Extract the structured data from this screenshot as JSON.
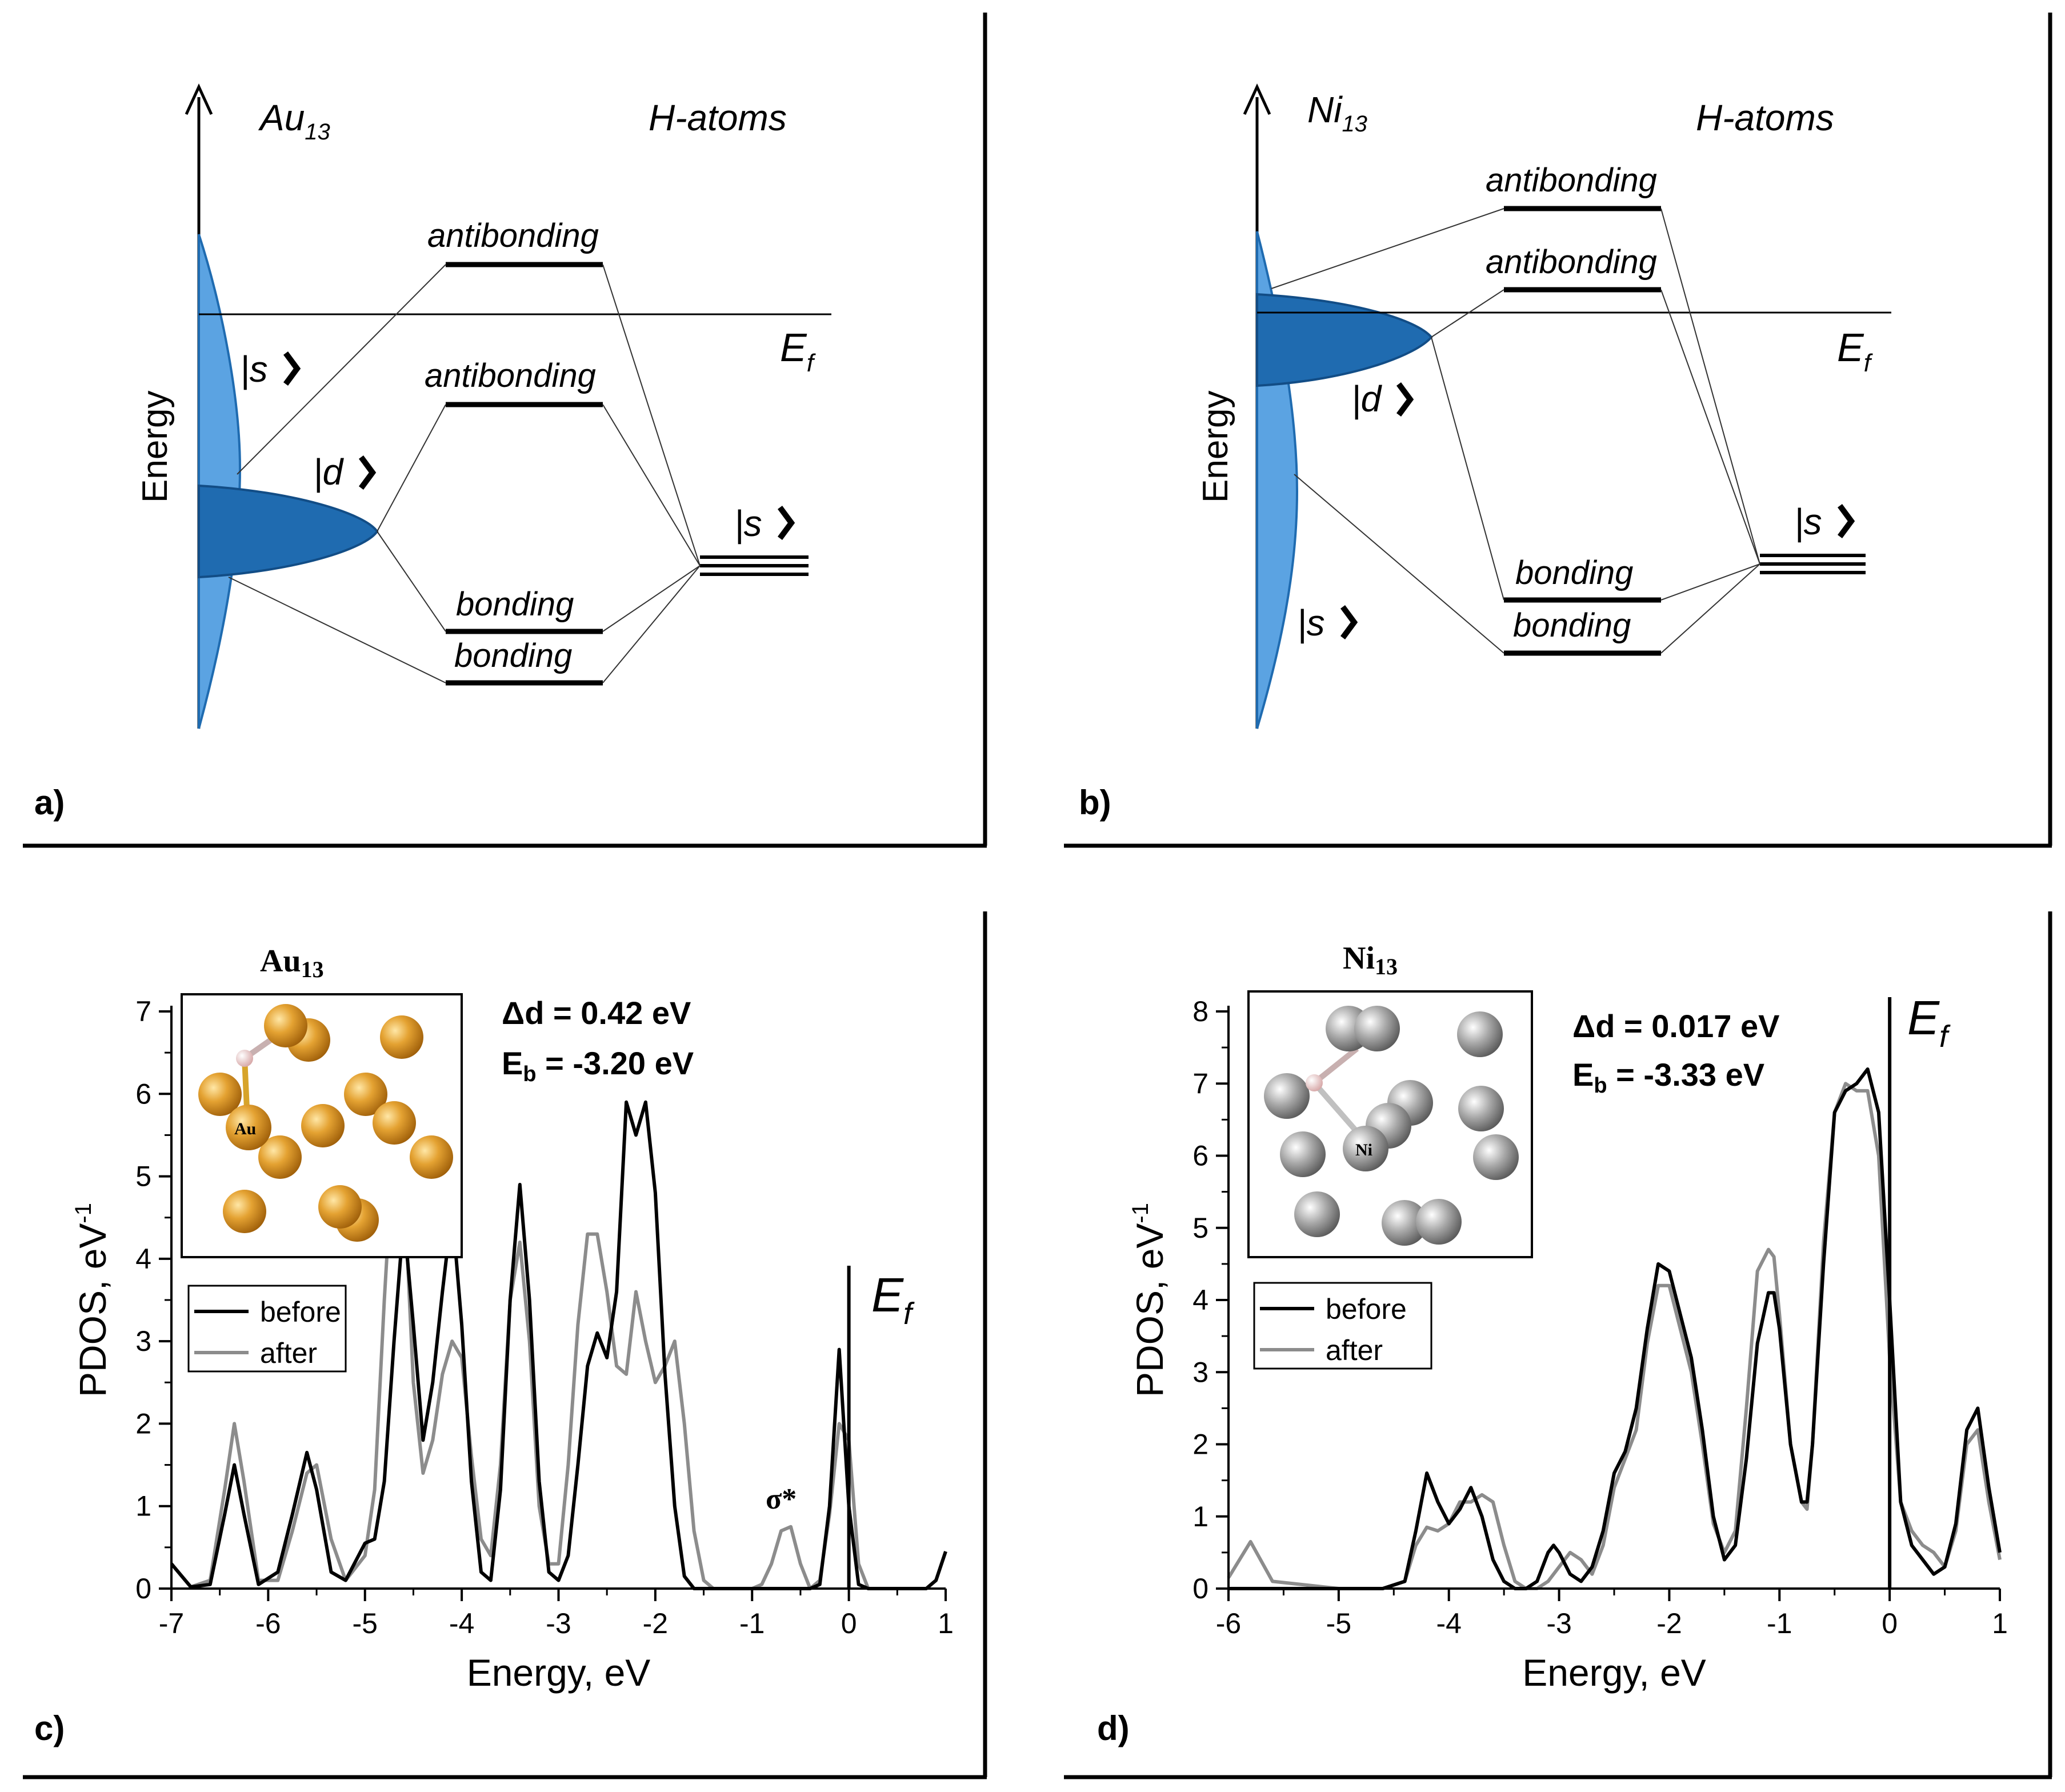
{
  "colors": {
    "axis": "#000000",
    "dos_light": "#5ba3e2",
    "dos_dark": "#1f6bb0",
    "before": "#000000",
    "after": "#8c8c8c",
    "gold": "#d8901c",
    "nickel": "#8e8e8e",
    "hydrogen": "#e8c8c8"
  },
  "panel_a": {
    "label": "a)",
    "cluster": "Au",
    "cluster_sub": "13",
    "h_atoms": "H-atoms",
    "energy_label": "Energy",
    "ef": "E",
    "ef_sub": "f",
    "s_ket": "|s",
    "d_ket": "|d",
    "h_ket": "|s",
    "levels": [
      "antibonding",
      "antibonding",
      "bonding",
      "bonding"
    ]
  },
  "panel_b": {
    "label": "b)",
    "cluster": "Ni",
    "cluster_sub": "13",
    "h_atoms": "H-atoms",
    "energy_label": "Energy",
    "ef": "E",
    "ef_sub": "f",
    "s_ket": "|s",
    "d_ket": "|d",
    "h_ket": "|s",
    "levels": [
      "antibonding",
      "antibonding",
      "bonding",
      "bonding"
    ]
  },
  "panel_c": {
    "label": "c)",
    "cluster": "Au",
    "cluster_sub": "13",
    "atom_label": "Au",
    "delta_d": "Δd = 0.42 eV",
    "eb_prefix": "E",
    "eb_sub": "b",
    "eb_value": " = -3.20 eV",
    "sigma_star": "σ*",
    "ef": "E",
    "ef_sub": "f",
    "legend": [
      "before",
      "after"
    ]
  },
  "panel_d": {
    "label": "d)",
    "cluster": "Ni",
    "cluster_sub": "13",
    "atom_label": "Ni",
    "delta_d": "Δd = 0.017 eV",
    "eb_prefix": "E",
    "eb_sub": "b",
    "eb_value": " = -3.33 eV",
    "ef": "E",
    "ef_sub": "f",
    "legend": [
      "before",
      "after"
    ]
  },
  "chart_data": [
    {
      "type": "line",
      "panel": "c",
      "xlabel": "Energy, eV",
      "ylabel": "PDOS, eV",
      "ylabel_sup": "-1",
      "xlim": [
        -7,
        1
      ],
      "ylim": [
        0,
        7
      ],
      "xticks": [
        "-7",
        "-6",
        "-5",
        "-4",
        "-3",
        "-2",
        "-1",
        "0",
        "1"
      ],
      "yticks": [
        "0",
        "1",
        "2",
        "3",
        "4",
        "5",
        "6",
        "7"
      ],
      "fermi_level": 0,
      "legend": "top-left",
      "series": [
        {
          "name": "before",
          "x": [
            -7,
            -6.8,
            -6.6,
            -6.45,
            -6.35,
            -6.25,
            -6.1,
            -5.9,
            -5.75,
            -5.6,
            -5.5,
            -5.35,
            -5.2,
            -5.0,
            -4.9,
            -4.8,
            -4.7,
            -4.6,
            -4.5,
            -4.4,
            -4.3,
            -4.2,
            -4.1,
            -4.0,
            -3.9,
            -3.8,
            -3.7,
            -3.6,
            -3.5,
            -3.4,
            -3.3,
            -3.2,
            -3.1,
            -3.0,
            -2.9,
            -2.8,
            -2.7,
            -2.6,
            -2.5,
            -2.4,
            -2.3,
            -2.2,
            -2.1,
            -2.0,
            -1.9,
            -1.8,
            -1.7,
            -1.6,
            -1.5,
            -1.4,
            -1.3,
            -1.2,
            -1.1,
            -1.0,
            -0.9,
            -0.8,
            -0.7,
            -0.6,
            -0.5,
            -0.4,
            -0.3,
            -0.2,
            -0.1,
            0.0,
            0.1,
            0.2,
            0.3,
            0.4,
            0.5,
            0.6,
            0.7,
            0.8,
            0.9,
            1.0
          ],
          "y": [
            0.3,
            0.02,
            0.05,
            0.9,
            1.5,
            0.9,
            0.05,
            0.2,
            0.9,
            1.65,
            1.2,
            0.2,
            0.1,
            0.55,
            0.6,
            1.3,
            3.0,
            4.5,
            3.2,
            1.8,
            2.5,
            3.6,
            4.6,
            3.2,
            1.3,
            0.2,
            0.1,
            1.2,
            3.5,
            4.9,
            3.5,
            1.3,
            0.2,
            0.1,
            0.4,
            1.5,
            2.7,
            3.1,
            2.8,
            3.6,
            5.9,
            5.5,
            5.9,
            4.8,
            2.6,
            1.0,
            0.15,
            0.0,
            0.0,
            0.0,
            0.0,
            0.0,
            0.0,
            0.0,
            0.0,
            0.0,
            0.0,
            0.0,
            0.0,
            0.0,
            0.05,
            1.0,
            2.9,
            1.0,
            0.05,
            0.0,
            0.0,
            0.0,
            0.0,
            0.0,
            0.0,
            0.0,
            0.1,
            0.45
          ]
        },
        {
          "name": "after",
          "x": [
            -7,
            -6.8,
            -6.6,
            -6.45,
            -6.35,
            -6.25,
            -6.1,
            -5.9,
            -5.75,
            -5.6,
            -5.5,
            -5.35,
            -5.2,
            -5.0,
            -4.9,
            -4.8,
            -4.7,
            -4.6,
            -4.5,
            -4.4,
            -4.3,
            -4.2,
            -4.1,
            -4.0,
            -3.9,
            -3.8,
            -3.7,
            -3.6,
            -3.5,
            -3.4,
            -3.3,
            -3.2,
            -3.1,
            -3.0,
            -2.9,
            -2.8,
            -2.7,
            -2.6,
            -2.5,
            -2.4,
            -2.3,
            -2.2,
            -2.1,
            -2.0,
            -1.9,
            -1.8,
            -1.7,
            -1.6,
            -1.5,
            -1.4,
            -1.3,
            -1.2,
            -1.1,
            -1.0,
            -0.9,
            -0.8,
            -0.7,
            -0.6,
            -0.5,
            -0.4,
            -0.3,
            -0.2,
            -0.1,
            0.0,
            0.1,
            0.2,
            0.3,
            0.4,
            0.5,
            0.6,
            0.7,
            0.8,
            0.9,
            1.0
          ],
          "y": [
            0.3,
            0.02,
            0.1,
            1.2,
            2.0,
            1.3,
            0.1,
            0.1,
            0.7,
            1.4,
            1.5,
            0.6,
            0.1,
            0.4,
            1.2,
            3.5,
            5.5,
            5.0,
            2.5,
            1.4,
            1.8,
            2.6,
            3.0,
            2.8,
            1.6,
            0.6,
            0.4,
            1.5,
            3.5,
            4.2,
            3.0,
            1.0,
            0.3,
            0.3,
            1.5,
            3.2,
            4.3,
            4.3,
            3.6,
            2.7,
            2.6,
            3.6,
            3.0,
            2.5,
            2.7,
            3.0,
            2.0,
            0.7,
            0.1,
            0.0,
            0.0,
            0.0,
            0.0,
            0.0,
            0.05,
            0.3,
            0.7,
            0.75,
            0.3,
            0.0,
            0.1,
            0.9,
            2.0,
            1.8,
            0.3,
            0.0,
            0.0,
            0.0,
            0.0,
            0.0,
            0.0,
            0.0,
            0.1,
            0.45
          ]
        }
      ]
    },
    {
      "type": "line",
      "panel": "d",
      "xlabel": "Energy, eV",
      "ylabel": "PDOS, eV",
      "ylabel_sup": "-1",
      "xlim": [
        -6,
        1
      ],
      "ylim": [
        0,
        8
      ],
      "xticks": [
        "-6",
        "-5",
        "-4",
        "-3",
        "-2",
        "-1",
        "0",
        "1"
      ],
      "yticks": [
        "0",
        "1",
        "2",
        "3",
        "4",
        "5",
        "6",
        "7",
        "8"
      ],
      "fermi_level": 0,
      "legend": "top-left",
      "series": [
        {
          "name": "before",
          "x": [
            -6.0,
            -5.8,
            -5.6,
            -5.0,
            -4.6,
            -4.4,
            -4.3,
            -4.2,
            -4.1,
            -4.0,
            -3.9,
            -3.8,
            -3.7,
            -3.6,
            -3.5,
            -3.4,
            -3.3,
            -3.2,
            -3.1,
            -3.05,
            -3.0,
            -2.9,
            -2.8,
            -2.7,
            -2.6,
            -2.5,
            -2.4,
            -2.3,
            -2.2,
            -2.1,
            -2.0,
            -1.9,
            -1.8,
            -1.7,
            -1.6,
            -1.5,
            -1.4,
            -1.3,
            -1.2,
            -1.1,
            -1.05,
            -1.0,
            -0.9,
            -0.8,
            -0.75,
            -0.7,
            -0.6,
            -0.5,
            -0.4,
            -0.3,
            -0.2,
            -0.1,
            0.0,
            0.1,
            0.2,
            0.3,
            0.4,
            0.5,
            0.6,
            0.7,
            0.8,
            0.9,
            1.0
          ],
          "y": [
            0.0,
            0.0,
            0.0,
            0.0,
            0.0,
            0.1,
            0.8,
            1.6,
            1.2,
            0.9,
            1.1,
            1.4,
            1.0,
            0.4,
            0.1,
            0.0,
            0.0,
            0.1,
            0.5,
            0.6,
            0.5,
            0.2,
            0.1,
            0.3,
            0.8,
            1.6,
            1.9,
            2.5,
            3.6,
            4.5,
            4.4,
            3.8,
            3.2,
            2.2,
            1.0,
            0.4,
            0.6,
            1.8,
            3.4,
            4.1,
            4.1,
            3.6,
            2.0,
            1.2,
            1.2,
            2.0,
            4.5,
            6.6,
            6.9,
            7.0,
            7.2,
            6.6,
            4.0,
            1.2,
            0.6,
            0.4,
            0.2,
            0.3,
            0.9,
            2.2,
            2.5,
            1.4,
            0.5
          ]
        },
        {
          "name": "after",
          "x": [
            -6.0,
            -5.8,
            -5.6,
            -5.0,
            -4.6,
            -4.4,
            -4.3,
            -4.2,
            -4.1,
            -4.0,
            -3.9,
            -3.8,
            -3.7,
            -3.6,
            -3.5,
            -3.4,
            -3.3,
            -3.2,
            -3.1,
            -3.05,
            -3.0,
            -2.9,
            -2.8,
            -2.7,
            -2.6,
            -2.5,
            -2.4,
            -2.3,
            -2.2,
            -2.1,
            -2.0,
            -1.9,
            -1.8,
            -1.7,
            -1.6,
            -1.5,
            -1.4,
            -1.3,
            -1.2,
            -1.1,
            -1.05,
            -1.0,
            -0.9,
            -0.8,
            -0.75,
            -0.7,
            -0.6,
            -0.5,
            -0.4,
            -0.3,
            -0.2,
            -0.1,
            0.0,
            0.1,
            0.2,
            0.3,
            0.4,
            0.5,
            0.6,
            0.7,
            0.8,
            0.9,
            1.0
          ],
          "y": [
            0.15,
            0.65,
            0.1,
            0.0,
            0.0,
            0.1,
            0.6,
            0.85,
            0.8,
            0.9,
            1.2,
            1.2,
            1.3,
            1.2,
            0.6,
            0.1,
            0.0,
            0.0,
            0.1,
            0.2,
            0.3,
            0.5,
            0.4,
            0.2,
            0.6,
            1.4,
            1.8,
            2.2,
            3.4,
            4.2,
            4.2,
            3.6,
            3.0,
            2.0,
            0.9,
            0.5,
            0.8,
            2.5,
            4.4,
            4.7,
            4.6,
            3.8,
            2.0,
            1.2,
            1.1,
            2.0,
            4.8,
            6.6,
            7.0,
            6.9,
            6.9,
            6.0,
            3.2,
            1.2,
            0.8,
            0.6,
            0.5,
            0.3,
            0.8,
            2.0,
            2.2,
            1.2,
            0.4
          ]
        }
      ]
    }
  ]
}
